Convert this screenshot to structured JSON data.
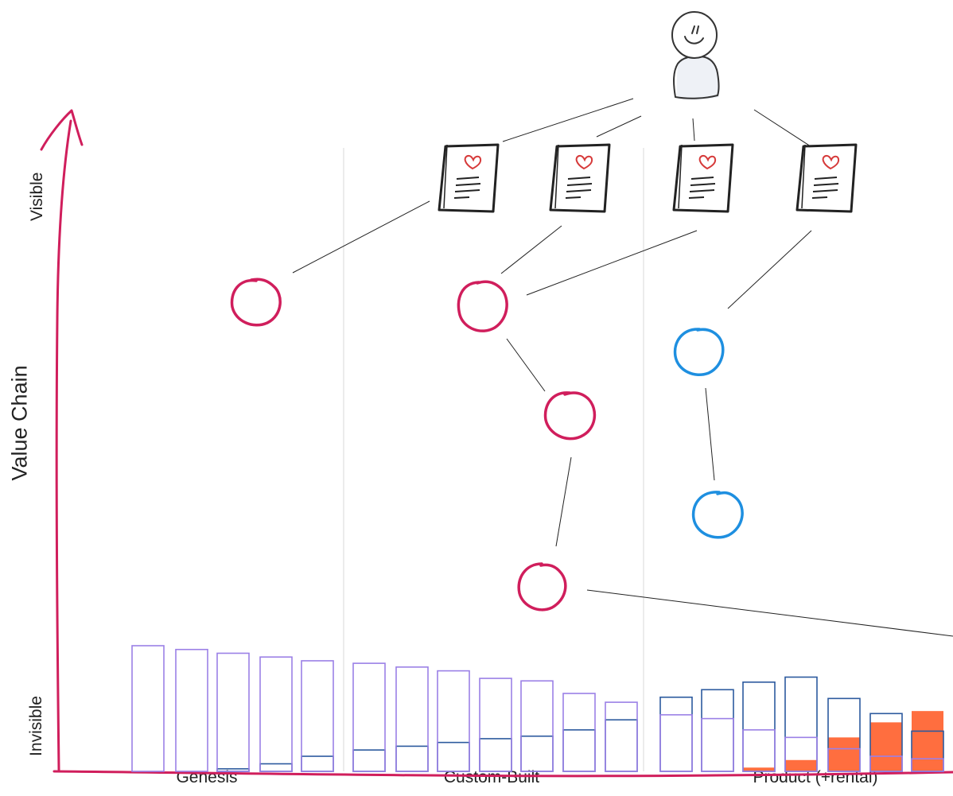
{
  "axes": {
    "y_title": "Value Chain",
    "y_top": "Visible",
    "y_bottom": "Invisible",
    "color": "#d01e5c"
  },
  "stages": [
    "Genesis",
    "Custom-Built",
    "Product (+rental)"
  ],
  "colors": {
    "component_red": "#d01e5c",
    "component_blue": "#1e8fe0",
    "bar_purple": "#9b80e6",
    "bar_navy": "#2c5a9e",
    "bar_orange": "#ff6e3f",
    "divider": "#d8d8d8",
    "line": "#222222",
    "heart": "#d63a3a"
  },
  "icons": {
    "user": "user-icon",
    "need": "heart-document-icon"
  },
  "nodes": {
    "user": {
      "icon": "user-icon"
    },
    "needs": [
      {
        "icon": "heart-document-icon"
      },
      {
        "icon": "heart-document-icon"
      },
      {
        "icon": "heart-document-icon"
      },
      {
        "icon": "heart-document-icon"
      }
    ],
    "components": [
      {
        "color": "red"
      },
      {
        "color": "red"
      },
      {
        "color": "red"
      },
      {
        "color": "red"
      },
      {
        "color": "blue"
      },
      {
        "color": "blue"
      }
    ]
  },
  "bars": [
    {
      "stage": "Genesis",
      "purple": 1.0,
      "navy": 0.0,
      "orange": 0.0
    },
    {
      "stage": "Genesis",
      "purple": 0.97,
      "navy": 0.0,
      "orange": 0.0
    },
    {
      "stage": "Genesis",
      "purple": 0.94,
      "navy": 0.02,
      "orange": 0.0
    },
    {
      "stage": "Genesis",
      "purple": 0.91,
      "navy": 0.06,
      "orange": 0.0
    },
    {
      "stage": "Genesis",
      "purple": 0.88,
      "navy": 0.12,
      "orange": 0.0
    },
    {
      "stage": "Custom-Built",
      "purple": 0.86,
      "navy": 0.17,
      "orange": 0.0
    },
    {
      "stage": "Custom-Built",
      "purple": 0.83,
      "navy": 0.2,
      "orange": 0.0
    },
    {
      "stage": "Custom-Built",
      "purple": 0.8,
      "navy": 0.23,
      "orange": 0.0
    },
    {
      "stage": "Custom-Built",
      "purple": 0.74,
      "navy": 0.26,
      "orange": 0.0
    },
    {
      "stage": "Custom-Built",
      "purple": 0.72,
      "navy": 0.28,
      "orange": 0.0
    },
    {
      "stage": "Custom-Built",
      "purple": 0.62,
      "navy": 0.33,
      "orange": 0.0
    },
    {
      "stage": "Custom-Built",
      "purple": 0.55,
      "navy": 0.41,
      "orange": 0.0
    },
    {
      "stage": "Product (+rental)",
      "purple": 0.45,
      "navy": 0.59,
      "orange": 0.0
    },
    {
      "stage": "Product (+rental)",
      "purple": 0.42,
      "navy": 0.65,
      "orange": 0.0
    },
    {
      "stage": "Product (+rental)",
      "purple": 0.33,
      "navy": 0.71,
      "orange": 0.03
    },
    {
      "stage": "Product (+rental)",
      "purple": 0.27,
      "navy": 0.75,
      "orange": 0.09
    },
    {
      "stage": "Product (+rental)",
      "purple": 0.18,
      "navy": 0.58,
      "orange": 0.27
    },
    {
      "stage": "Product (+rental)",
      "purple": 0.12,
      "navy": 0.46,
      "orange": 0.39
    },
    {
      "stage": "Product (+rental)",
      "purple": 0.1,
      "navy": 0.32,
      "orange": 0.48
    }
  ]
}
